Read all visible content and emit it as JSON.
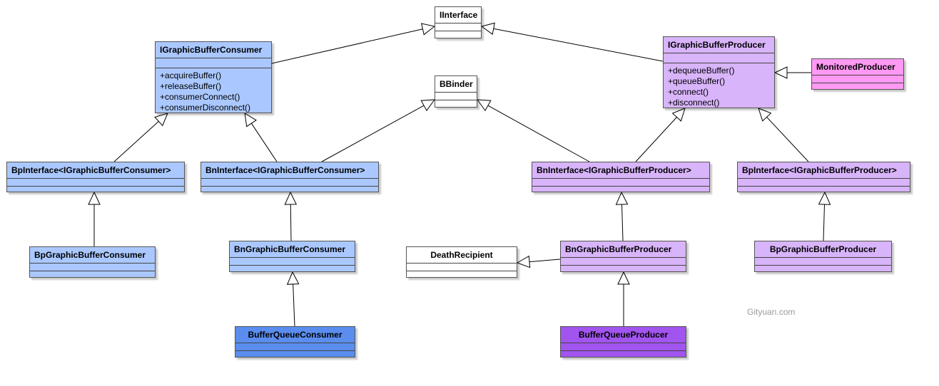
{
  "colors": {
    "consumer": "#aac8ff",
    "consumer_dark": "#5a8dee",
    "producer": "#d8b4fa",
    "producer_dark": "#a154ee",
    "monitored": "#ff99f4",
    "plain": "#ffffff",
    "line": "#000000"
  },
  "classes": {
    "iinterface": {
      "name": "IInterface"
    },
    "bbinder": {
      "name": "BBinder"
    },
    "igbc": {
      "name": "IGraphicBufferConsumer",
      "ops": [
        "+acquireBuffer()",
        "+releaseBuffer()",
        "+consumerConnect()",
        "+consumerDisconnect()"
      ]
    },
    "igbp": {
      "name": "IGraphicBufferProducer",
      "ops": [
        "+dequeueBuffer()",
        "+queueBuffer()",
        "+connect()",
        "+disconnect()"
      ]
    },
    "monitored": {
      "name": "MonitoredProducer"
    },
    "bpi_c": {
      "name": "BpInterface<IGraphicBufferConsumer>"
    },
    "bni_c": {
      "name": "BnInterface<IGraphicBufferConsumer>"
    },
    "bni_p": {
      "name": "BnInterface<IGraphicBufferProducer>"
    },
    "bpi_p": {
      "name": "BpInterface<IGraphicBufferProducer>"
    },
    "bpgbc": {
      "name": "BpGraphicBufferConsumer"
    },
    "bngbc": {
      "name": "BnGraphicBufferConsumer"
    },
    "death": {
      "name": "DeathRecipient"
    },
    "bngbp": {
      "name": "BnGraphicBufferProducer"
    },
    "bpgbp": {
      "name": "BpGraphicBufferProducer"
    },
    "bqc": {
      "name": "BufferQueueConsumer"
    },
    "bqp": {
      "name": "BufferQueueProducer"
    }
  },
  "watermark": "Gityuan.com"
}
